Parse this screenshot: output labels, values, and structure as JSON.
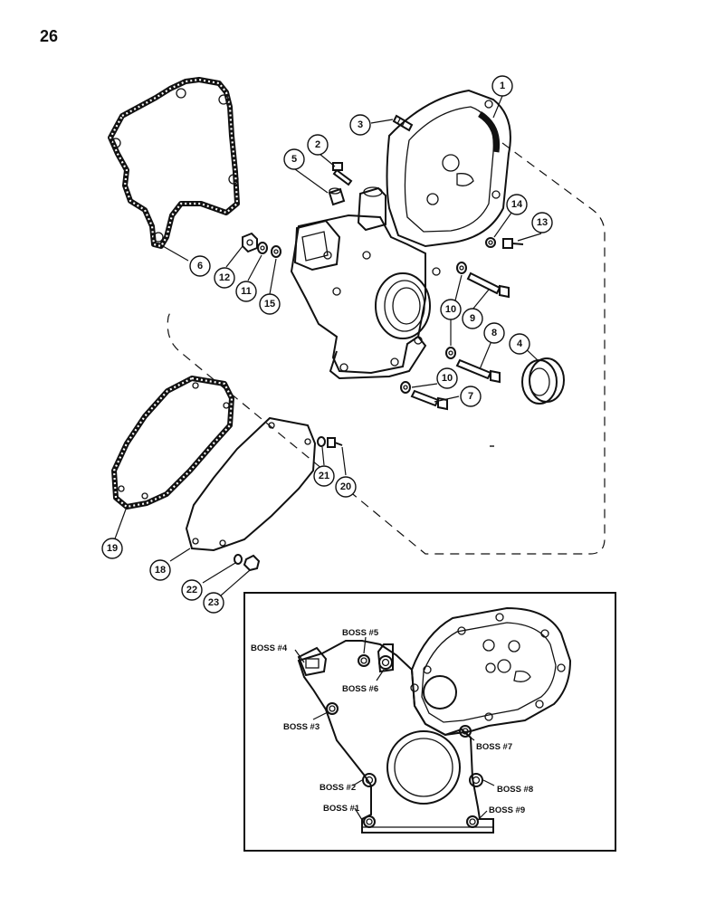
{
  "page_number": "26",
  "callouts": [
    {
      "id": "c1",
      "label": "1"
    },
    {
      "id": "c2",
      "label": "2"
    },
    {
      "id": "c3",
      "label": "3"
    },
    {
      "id": "c4",
      "label": "4"
    },
    {
      "id": "c5",
      "label": "5"
    },
    {
      "id": "c6",
      "label": "6"
    },
    {
      "id": "c7",
      "label": "7"
    },
    {
      "id": "c8",
      "label": "8"
    },
    {
      "id": "c9",
      "label": "9"
    },
    {
      "id": "c10a",
      "label": "10"
    },
    {
      "id": "c10b",
      "label": "10"
    },
    {
      "id": "c11",
      "label": "11"
    },
    {
      "id": "c12",
      "label": "12"
    },
    {
      "id": "c13",
      "label": "13"
    },
    {
      "id": "c14",
      "label": "14"
    },
    {
      "id": "c15",
      "label": "15"
    },
    {
      "id": "c18",
      "label": "18"
    },
    {
      "id": "c19",
      "label": "19"
    },
    {
      "id": "c20",
      "label": "20"
    },
    {
      "id": "c21",
      "label": "21"
    },
    {
      "id": "c22",
      "label": "22"
    },
    {
      "id": "c23",
      "label": "23"
    }
  ],
  "inset": {
    "boss_labels": [
      {
        "id": "b1",
        "label": "BOSS #1"
      },
      {
        "id": "b2",
        "label": "BOSS #2"
      },
      {
        "id": "b3",
        "label": "BOSS #3"
      },
      {
        "id": "b4",
        "label": "BOSS #4"
      },
      {
        "id": "b5",
        "label": "BOSS #5"
      },
      {
        "id": "b6",
        "label": "BOSS #6"
      },
      {
        "id": "b7",
        "label": "BOSS #7"
      },
      {
        "id": "b8",
        "label": "BOSS #8"
      },
      {
        "id": "b9",
        "label": "BOSS #9"
      }
    ]
  }
}
